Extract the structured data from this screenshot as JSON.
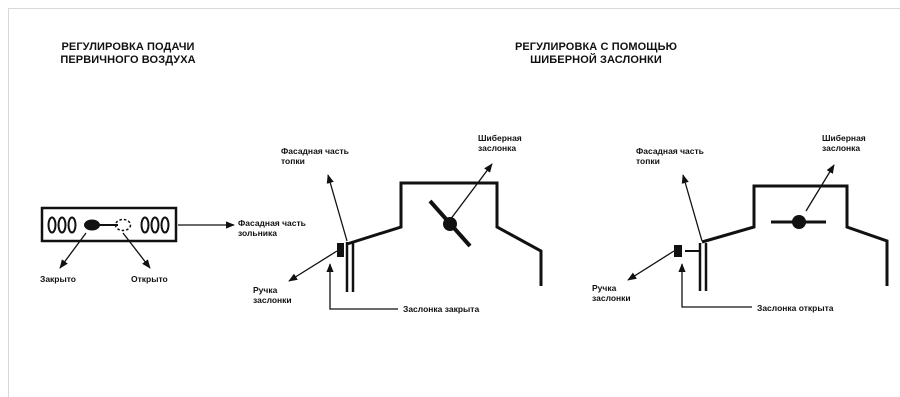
{
  "headings": {
    "primary_air": [
      "РЕГУЛИРОВКА ПОДАЧИ",
      "ПЕРВИЧНОГО ВОЗДУХА"
    ],
    "damper": [
      "РЕГУЛИРОВКА С ПОМОЩЬЮ",
      "ШИБЕРНОЙ ЗАСЛОНКИ"
    ]
  },
  "left_panel": {
    "ash_front": [
      "Фасадная часть",
      "зольника"
    ],
    "closed": "Закрыто",
    "open": "Открыто"
  },
  "middle_panel": {
    "furnace_front": [
      "Фасадная часть",
      "топки"
    ],
    "gate_damper": [
      "Шиберная",
      "заслонка"
    ],
    "damper_handle": [
      "Ручка",
      "заслонки"
    ],
    "damper_state": "Заслонка закрыта"
  },
  "right_panel": {
    "furnace_front": [
      "Фасадная часть",
      "топки"
    ],
    "gate_damper": [
      "Шиберная",
      "заслонка"
    ],
    "damper_handle": [
      "Ручка",
      "заслонки"
    ],
    "damper_state": "Заслонка открыта"
  }
}
